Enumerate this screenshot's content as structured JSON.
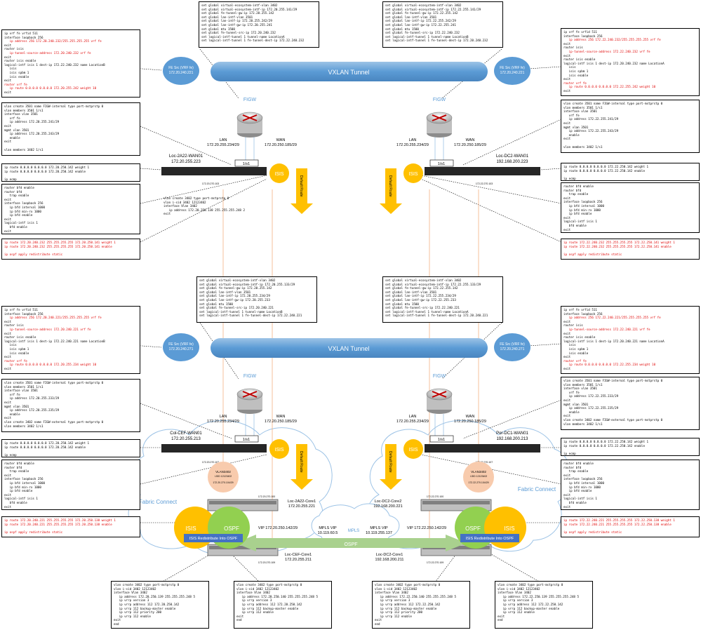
{
  "colors": {
    "tunnel": "#5b9bd5",
    "vrf_circle": "#5b9bd5",
    "isis": "#ffc000",
    "ospf": "#92d050",
    "ospf_arrow": "#a9d18e",
    "redistribute": "#4472c4",
    "vlan_circle": "#f4b183",
    "default_route": "#ffc000",
    "config_red": "#e00000",
    "cloud": "#9dc3e6"
  },
  "labels": {
    "vxlan_tunnel": "VXLAN Tunnel",
    "figw": "FIGW",
    "lan": "LAN",
    "wan": "WAN",
    "lan_subnet": "172.20.255.234/29",
    "wan_subnet": "172.20.250.185/29",
    "isis": "ISIS",
    "ospf": "OSPF",
    "default_route": "Default Route",
    "port": "1/s1",
    "fabric_connect": "Fabric Connect",
    "mpls": "MPLS",
    "isis_redistribute": "ISIS Redistribute Into OSPF",
    "fe_src_top_left": [
      "FE Src (VRF fe)",
      "172.20.240.221"
    ],
    "fe_src_top_right": [
      "FE Src (VRF fe)",
      "172.20.240.221"
    ],
    "fe_src_bottom_left": [
      "FE Src (VRF fe)",
      "172.20.240.271"
    ],
    "fe_src_bottom_right": [
      "FE Src (VRF fe)",
      "172.20.240.271"
    ],
    "vlan3402_left": [
      "VLAN3402",
      "I-SID 12123402",
      "172.20.270.104/29"
    ],
    "vlan3402_right": [
      "VLAN3402",
      "I-SID 12123402",
      "172.22.270.104/29"
    ]
  },
  "devices": {
    "loc_2a22_wan01": [
      "Loc-2A22-WAN01",
      "172.20.255.223"
    ],
    "loc_dc2_wan01": [
      "Loc-DC2-WAN01",
      "192.168.200.223"
    ],
    "col_cef_wan01": [
      "Col-CEF-WAN01",
      "172.20.255.213"
    ],
    "por_dc1_wan01": [
      "Por-DC1-WAN01",
      "192.168.200.213"
    ],
    "loc_2a22_core1": [
      "Loc-2A22-Core1",
      "172.20.255.221"
    ],
    "loc_cef_core1": [
      "Loc-CEF-Core1",
      "172.20.255.211"
    ],
    "loc_dc2_core2": [
      "Loc-DC2-Core2",
      "192.168.200.221"
    ],
    "loc_dc2_core1": [
      "Loc-DC2-Core1",
      "192.168.200.211"
    ],
    "sw_ip_top_left": "172.20.270.103",
    "sw_ip_top_right": "172.22.270.103",
    "sw_ip_bottom_left": "172.20.270.107",
    "sw_ip_bottom_right": "172.22.270.107",
    "core_ip_left_upper": "172.20.270.100",
    "core_ip_left_lower": "172.20.270.109",
    "core_ip_right_upper": "172.22.270.100",
    "core_ip_right_lower": "172.22.270.109"
  },
  "vips": {
    "left_vip": "VIP 172.20.250.142/29",
    "right_vip": "VIP 172.22.250.142/29",
    "mpls_vip_left": [
      "MPLS VIP",
      "10.119.60.5"
    ],
    "mpls_vip_right": [
      "MPLS VIP",
      "10.119.255.137"
    ]
  },
  "configs": {
    "top_center_left": [
      "set global virtual-ecosystem-intf-vlan 3402",
      "set global virtual-ecosystem-intf-ip 172.20.255.141/29",
      "set global fe-tunnel-gw-ip 172.20.255.142",
      "set global lan-intf-vlan 3501",
      "set global lan-intf-ip 172.20.255.242/29",
      "set global lan-intf-gw-ip 172.20.255.241",
      "set global mtu 1500",
      "set global fe-tunnel-src-ip 172.20.240.232",
      "set logical-intf-tunnel 1 tunnel-name LocationA",
      "set logical-intf-tunnel 1 fe-tunnel-dest-ip 172.22.240.232"
    ],
    "top_center_right": [
      "set global virtual-ecosystem-intf-vlan 3402",
      "set global virtual-ecosystem-intf-ip 172.22.255.141/29",
      "set global fe-tunnel-gw-ip 172.22.255.142",
      "set global lan-intf-vlan 3501",
      "set global lan-intf-ip 172.22.255.242/29",
      "set global lan-intf-gw-ip 172.22.255.241",
      "set global mtu 1500",
      "set global fe-tunnel-src-ip 172.22.240.232",
      "set logical-intf-tunnel 1 tunnel-name LocationB",
      "set logical-intf-tunnel 1 fe-tunnel-dest-ip 172.20.240.232"
    ],
    "mid_center_left": [
      "set global virtual-ecosystem-intf-vlan 3402",
      "set global virtual-ecosystem-intf-ip 172.20.255.133/29",
      "set global fe-tunnel-gw-ip 172.20.255.142",
      "set global lan-intf-vlan 3501",
      "set global lan-intf-ip 172.20.255.234/29",
      "set global lan-intf-gw-ip 172.20.255.233",
      "set global mtu 1500",
      "set global fe-tunnel-src-ip 172.20.240.221",
      "set logical-intf-tunnel 1 tunnel-name LocationB",
      "set logical-intf-tunnel 1 fe-tunnel-dest-ip 172.22.240.221"
    ],
    "mid_center_right": [
      "set global virtual-ecosystem-intf-vlan 3402",
      "set global virtual-ecosystem-intf-ip 172.22.255.133/29",
      "set global fe-tunnel-gw-ip 172.22.255.142",
      "set global lan-intf-vlan 3501",
      "set global lan-intf-ip 172.22.255.234/29",
      "set global lan-intf-gw-ip 172.22.255.233",
      "set global mtu 1500",
      "set global fe-tunnel-src-ip 172.22.240.221",
      "set logical-intf-tunnel 1 tunnel-name LocationA",
      "set logical-intf-tunnel 1 fe-tunnel-dest-ip 172.20.240.221"
    ],
    "tl_vrf": [
      {
        "t": "ip vrf fe vrfid 511"
      },
      {
        "t": "interface loopback 256"
      },
      {
        "t": "   ip address 256 172.20.240.232/255.255.255.255 vrf fe",
        "red": true
      },
      {
        "t": "exit"
      },
      {
        "t": "router isis"
      },
      {
        "t": "   ip-tunnel-source-address 172.20.240.232 vrf fe",
        "red": true
      },
      {
        "t": "exit"
      },
      {
        "t": "router isis enable"
      },
      {
        "t": "logical-intf isis 1 dest-ip 172.22.240.232 name LocationB"
      },
      {
        "t": "   isis"
      },
      {
        "t": "   isis spbm 1"
      },
      {
        "t": "   isis enable"
      },
      {
        "t": "exit"
      },
      {
        "t": "router vrf fe",
        "red": true
      },
      {
        "t": "   ip route 0.0.0.0 0.0.0.0 172.20.255.242 weight 10",
        "red": true
      },
      {
        "t": "exit"
      }
    ],
    "tl_vlan": [
      {
        "t": "vlan create 3501 name FIGW-internal type port-mstprstp 0"
      },
      {
        "t": "vlan members 3501 1/s1"
      },
      {
        "t": "interface vlan 3501"
      },
      {
        "t": "   vrf fe"
      },
      {
        "t": "   ip address 172.20.255.241/29"
      },
      {
        "t": "exit"
      },
      {
        "t": "mgmt vlan 3501"
      },
      {
        "t": "   ip address 172.20.255.243/29"
      },
      {
        "t": "   enable"
      },
      {
        "t": "exit"
      },
      {
        "t": ""
      },
      {
        "t": "vlan members 3402 1/s1"
      }
    ],
    "tl_route": [
      {
        "t": "ip route 0.0.0.0 0.0.0.0 172.20.250.142 weight 1"
      },
      {
        "t": "ip route 0.0.0.0 0.0.0.0 172.20.250.142 enable"
      },
      {
        "t": ""
      },
      {
        "t": "ip ecmp"
      }
    ],
    "tl_bfd": [
      {
        "t": "router bfd enable"
      },
      {
        "t": "router bfd"
      },
      {
        "t": "   trap enable"
      },
      {
        "t": "exit"
      },
      {
        "t": "interface loopback 256"
      },
      {
        "t": "   ip bfd interval 1000"
      },
      {
        "t": "   ip bfd min-rx 1000"
      },
      {
        "t": "   ip bfd enable"
      },
      {
        "t": "exit"
      },
      {
        "t": "logical-intf isis 1"
      },
      {
        "t": "   bfd enable"
      },
      {
        "t": "exit"
      }
    ],
    "tl_static": [
      {
        "t": "ip route 172.20.240.232 255.255.255.255 172.20.250.141 weight 1",
        "red": true
      },
      {
        "t": "ip route 172.20.240.232 255.255.255.255 172.20.250.141 enable",
        "red": true
      },
      {
        "t": ""
      },
      {
        "t": "ip ospf apply redistribute static",
        "red": true
      }
    ],
    "tc_vlan": [
      "vlan create 3402 type port-mstprstp 0",
      "vlan i-sid 3402 12123402",
      "interface Vlan 3402",
      "   ip address 172.20.250.138 255.255.255.248 2",
      "exit"
    ],
    "tr_vrf": [
      {
        "t": "ip vrf fe vrfid 511"
      },
      {
        "t": "interface loopback 256"
      },
      {
        "t": "   ip address 256 172.22.240.232/255.255.255.255 vrf fe",
        "red": true
      },
      {
        "t": "exit"
      },
      {
        "t": "router isis"
      },
      {
        "t": "   ip-tunnel-source-address 172.22.240.232 vrf fe",
        "red": true
      },
      {
        "t": "exit"
      },
      {
        "t": "router isis enable"
      },
      {
        "t": "logical-intf isis 1 dest-ip 172.20.240.232 name LocationA"
      },
      {
        "t": "   isis"
      },
      {
        "t": "   isis spbm 1"
      },
      {
        "t": "   isis enable"
      },
      {
        "t": "exit"
      },
      {
        "t": "router vrf fe",
        "red": true
      },
      {
        "t": "   ip route 0.0.0.0 0.0.0.0 172.22.255.242 weight 10",
        "red": true
      },
      {
        "t": "exit"
      }
    ],
    "tr_vlan": [
      {
        "t": "vlan create 3501 name FIGW-internal type port-mstprstp 0"
      },
      {
        "t": "vlan members 3501 1/s1"
      },
      {
        "t": "interface vlan 3501"
      },
      {
        "t": "   vrf fe"
      },
      {
        "t": "   ip address 172.22.255.241/29"
      },
      {
        "t": "exit"
      },
      {
        "t": "mgmt vlan 3501"
      },
      {
        "t": "   ip address 172.22.255.243/29"
      },
      {
        "t": "   enable"
      },
      {
        "t": "exit"
      },
      {
        "t": ""
      },
      {
        "t": "vlan members 3402 1/s1"
      }
    ],
    "tr_route": [
      {
        "t": "ip route 0.0.0.0 0.0.0.0 172.22.250.142 weight 1"
      },
      {
        "t": "ip route 0.0.0.0 0.0.0.0 172.22.250.142 enable"
      },
      {
        "t": ""
      },
      {
        "t": "ip ecmp"
      }
    ],
    "tr_bfd": [
      {
        "t": "router bfd enable"
      },
      {
        "t": "router bfd"
      },
      {
        "t": "   trap enable"
      },
      {
        "t": "exit"
      },
      {
        "t": "interface loopback 256"
      },
      {
        "t": "   ip bfd interval 1000"
      },
      {
        "t": "   ip bfd min-rx 1000"
      },
      {
        "t": "   ip bfd enable"
      },
      {
        "t": "exit"
      },
      {
        "t": "logical-intf isis 1"
      },
      {
        "t": "   bfd enable"
      },
      {
        "t": "exit"
      }
    ],
    "tr_static": [
      {
        "t": "ip route 172.22.240.232 255.255.255.255 172.22.250.141 weight 1",
        "red": true
      },
      {
        "t": "ip route 172.22.240.232 255.255.255.255 172.22.250.141 enable",
        "red": true
      },
      {
        "t": ""
      },
      {
        "t": "ip ospf apply redistribute static",
        "red": true
      }
    ],
    "ml_vrf": [
      {
        "t": "ip vrf fe vrfid 511"
      },
      {
        "t": "interface loopback 256"
      },
      {
        "t": "   ip address 256 172.20.240.221/255.255.255.255 vrf fe",
        "red": true
      },
      {
        "t": "exit"
      },
      {
        "t": "router isis"
      },
      {
        "t": "   ip-tunnel-source-address 172.20.240.221 vrf fe",
        "red": true
      },
      {
        "t": "exit"
      },
      {
        "t": "router isis enable"
      },
      {
        "t": "logical-intf isis 1 dest-ip 172.22.240.221 name LocationB"
      },
      {
        "t": "   isis"
      },
      {
        "t": "   isis spbm 1"
      },
      {
        "t": "   isis enable"
      },
      {
        "t": "exit"
      },
      {
        "t": "router vrf fe",
        "red": true
      },
      {
        "t": "   ip route 0.0.0.0 0.0.0.0 172.20.255.234 weight 10",
        "red": true
      },
      {
        "t": "exit"
      }
    ],
    "ml_vlan": [
      {
        "t": "vlan create 3501 name FIGW-internal type port-mstprstp 0"
      },
      {
        "t": "vlan members 3501 1/s1"
      },
      {
        "t": "interface vlan 3501"
      },
      {
        "t": "   vrf fe"
      },
      {
        "t": "   ip address 172.20.255.233/29"
      },
      {
        "t": "exit"
      },
      {
        "t": "mgmt vlan 3501"
      },
      {
        "t": "   ip address 172.20.255.235/29"
      },
      {
        "t": "   enable"
      },
      {
        "t": "exit"
      },
      {
        "t": "vlan create 3402 name FIGW-external type port-mstprstp 0"
      },
      {
        "t": "vlan members 3402 1/s1"
      }
    ],
    "ml_route": [
      {
        "t": "ip route 0.0.0.0 0.0.0.0 172.20.250.142 weight 1"
      },
      {
        "t": "ip route 0.0.0.0 0.0.0.0 172.20.250.142 enable"
      },
      {
        "t": ""
      },
      {
        "t": "ip ecmp"
      }
    ],
    "ml_bfd": [
      {
        "t": "router bfd enable"
      },
      {
        "t": "router bfd"
      },
      {
        "t": "   trap enable"
      },
      {
        "t": "exit"
      },
      {
        "t": "interface loopback 256"
      },
      {
        "t": "   ip bfd interval 1000"
      },
      {
        "t": "   ip bfd min-rx 1000"
      },
      {
        "t": "   ip bfd enable"
      },
      {
        "t": "exit"
      },
      {
        "t": "logical-intf isis 1"
      },
      {
        "t": "   bfd enable"
      },
      {
        "t": "exit"
      }
    ],
    "ml_static": [
      {
        "t": "ip route 172.20.240.221 255.255.255.255 172.20.250.138 weight 1",
        "red": true
      },
      {
        "t": "ip route 172.20.240.221 255.255.255.255 172.20.250.138 enable",
        "red": true
      },
      {
        "t": ""
      },
      {
        "t": "ip ospf apply redistribute static",
        "red": true
      }
    ],
    "mr_vrf": [
      {
        "t": "ip vrf fe vrfid 511"
      },
      {
        "t": "interface loopback 256"
      },
      {
        "t": "   ip address 256 172.22.240.221/255.255.255.255 vrf fe",
        "red": true
      },
      {
        "t": "exit"
      },
      {
        "t": "router isis"
      },
      {
        "t": "   ip-tunnel-source-address 172.22.240.221 vrf fe",
        "red": true
      },
      {
        "t": "exit"
      },
      {
        "t": "router isis enable"
      },
      {
        "t": "logical-intf isis 1 dest-ip 172.20.240.221 name LocationA"
      },
      {
        "t": "   isis"
      },
      {
        "t": "   isis spbm 1"
      },
      {
        "t": "   isis enable"
      },
      {
        "t": "exit"
      },
      {
        "t": "router vrf fe",
        "red": true
      },
      {
        "t": "   ip route 0.0.0.0 0.0.0.0 172.22.255.234 weight 10",
        "red": true
      },
      {
        "t": "exit"
      }
    ],
    "mr_vlan": [
      {
        "t": "vlan create 3501 name FIGW-internal type port-mstprstp 0"
      },
      {
        "t": "vlan members 3501 1/s1"
      },
      {
        "t": "interface vlan 3501"
      },
      {
        "t": "   vrf fe"
      },
      {
        "t": "   ip address 172.22.255.233/29"
      },
      {
        "t": "exit"
      },
      {
        "t": "mgmt vlan 3501"
      },
      {
        "t": "   ip address 172.22.255.235/29"
      },
      {
        "t": "   enable"
      },
      {
        "t": "exit"
      },
      {
        "t": "vlan create 3402 name FIGW-external type port-mstprstp 0"
      },
      {
        "t": "vlan members 3402 1/s1"
      }
    ],
    "mr_route": [
      {
        "t": "ip route 0.0.0.0 0.0.0.0 172.22.250.142 weight 1"
      },
      {
        "t": "ip route 0.0.0.0 0.0.0.0 172.22.250.142 enable"
      },
      {
        "t": ""
      },
      {
        "t": "ip ecmp"
      }
    ],
    "mr_bfd": [
      {
        "t": "router bfd enable"
      },
      {
        "t": "router bfd"
      },
      {
        "t": "   trap enable"
      },
      {
        "t": "exit"
      },
      {
        "t": "interface loopback 256"
      },
      {
        "t": "   ip bfd interval 1000"
      },
      {
        "t": "   ip bfd min-rx 1000"
      },
      {
        "t": "   ip bfd enable"
      },
      {
        "t": "exit"
      },
      {
        "t": "logical-intf isis 1"
      },
      {
        "t": "   bfd enable"
      },
      {
        "t": "exit"
      }
    ],
    "mr_static": [
      {
        "t": "ip route 172.22.240.221 255.255.255.255 172.22.250.138 weight 1",
        "red": true
      },
      {
        "t": "ip route 172.22.240.221 255.255.255.255 172.22.250.138 enable",
        "red": true
      },
      {
        "t": ""
      },
      {
        "t": "ip ospf apply redistribute static",
        "red": true
      }
    ],
    "bottom_1": [
      "vlan create 3402 type port-mstprstp 0",
      "vlan i-sid 3402 12123402",
      "interface Vlan 3402",
      "   ip address 172.20.250.139 255.255.255.248 5",
      "   ip vrrp version 3",
      "   ip vrrp address 112 172.20.250.142",
      "   ip vrrp 112 backup-master enable",
      "   ip vrrp 112 priority 200",
      "   ip vrrp 112 enable",
      "exit",
      "end"
    ],
    "bottom_2": [
      "vlan create 3402 type port-mstprstp 0",
      "vlan i-sid 3402 12123402",
      "interface Vlan 3402",
      "   ip address 172.20.250.140 255.255.255.248 5",
      "   ip vrrp version 3",
      "   ip vrrp address 112 172.20.250.142",
      "   ip vrrp 112 backup-master enable",
      "   ip vrrp 112 enable",
      "exit",
      "end"
    ],
    "bottom_3": [
      "vlan create 3402 type port-mstprstp 0",
      "vlan i-sid 3402 12123402",
      "interface Vlan 3402",
      "   ip address 172.22.250.140 255.255.255.248 5",
      "   ip vrrp version 3",
      "   ip vrrp address 112 172.22.250.142",
      "   ip vrrp 112 backup-master enable",
      "   ip vrrp 112 priority 200",
      "   ip vrrp 112 enable",
      "exit",
      "end"
    ],
    "bottom_4": [
      "vlan create 3402 type port-mstprstp 0",
      "vlan i-sid 3402 12123402",
      "interface Vlan 3402",
      "   ip address 172.22.250.139 255.255.255.248 5",
      "   ip vrrp version 3",
      "   ip vrrp address 112 172.22.250.142",
      "   ip vrrp 112 backup-master enable",
      "   ip vrrp 112 enable",
      "exit",
      "end"
    ]
  }
}
